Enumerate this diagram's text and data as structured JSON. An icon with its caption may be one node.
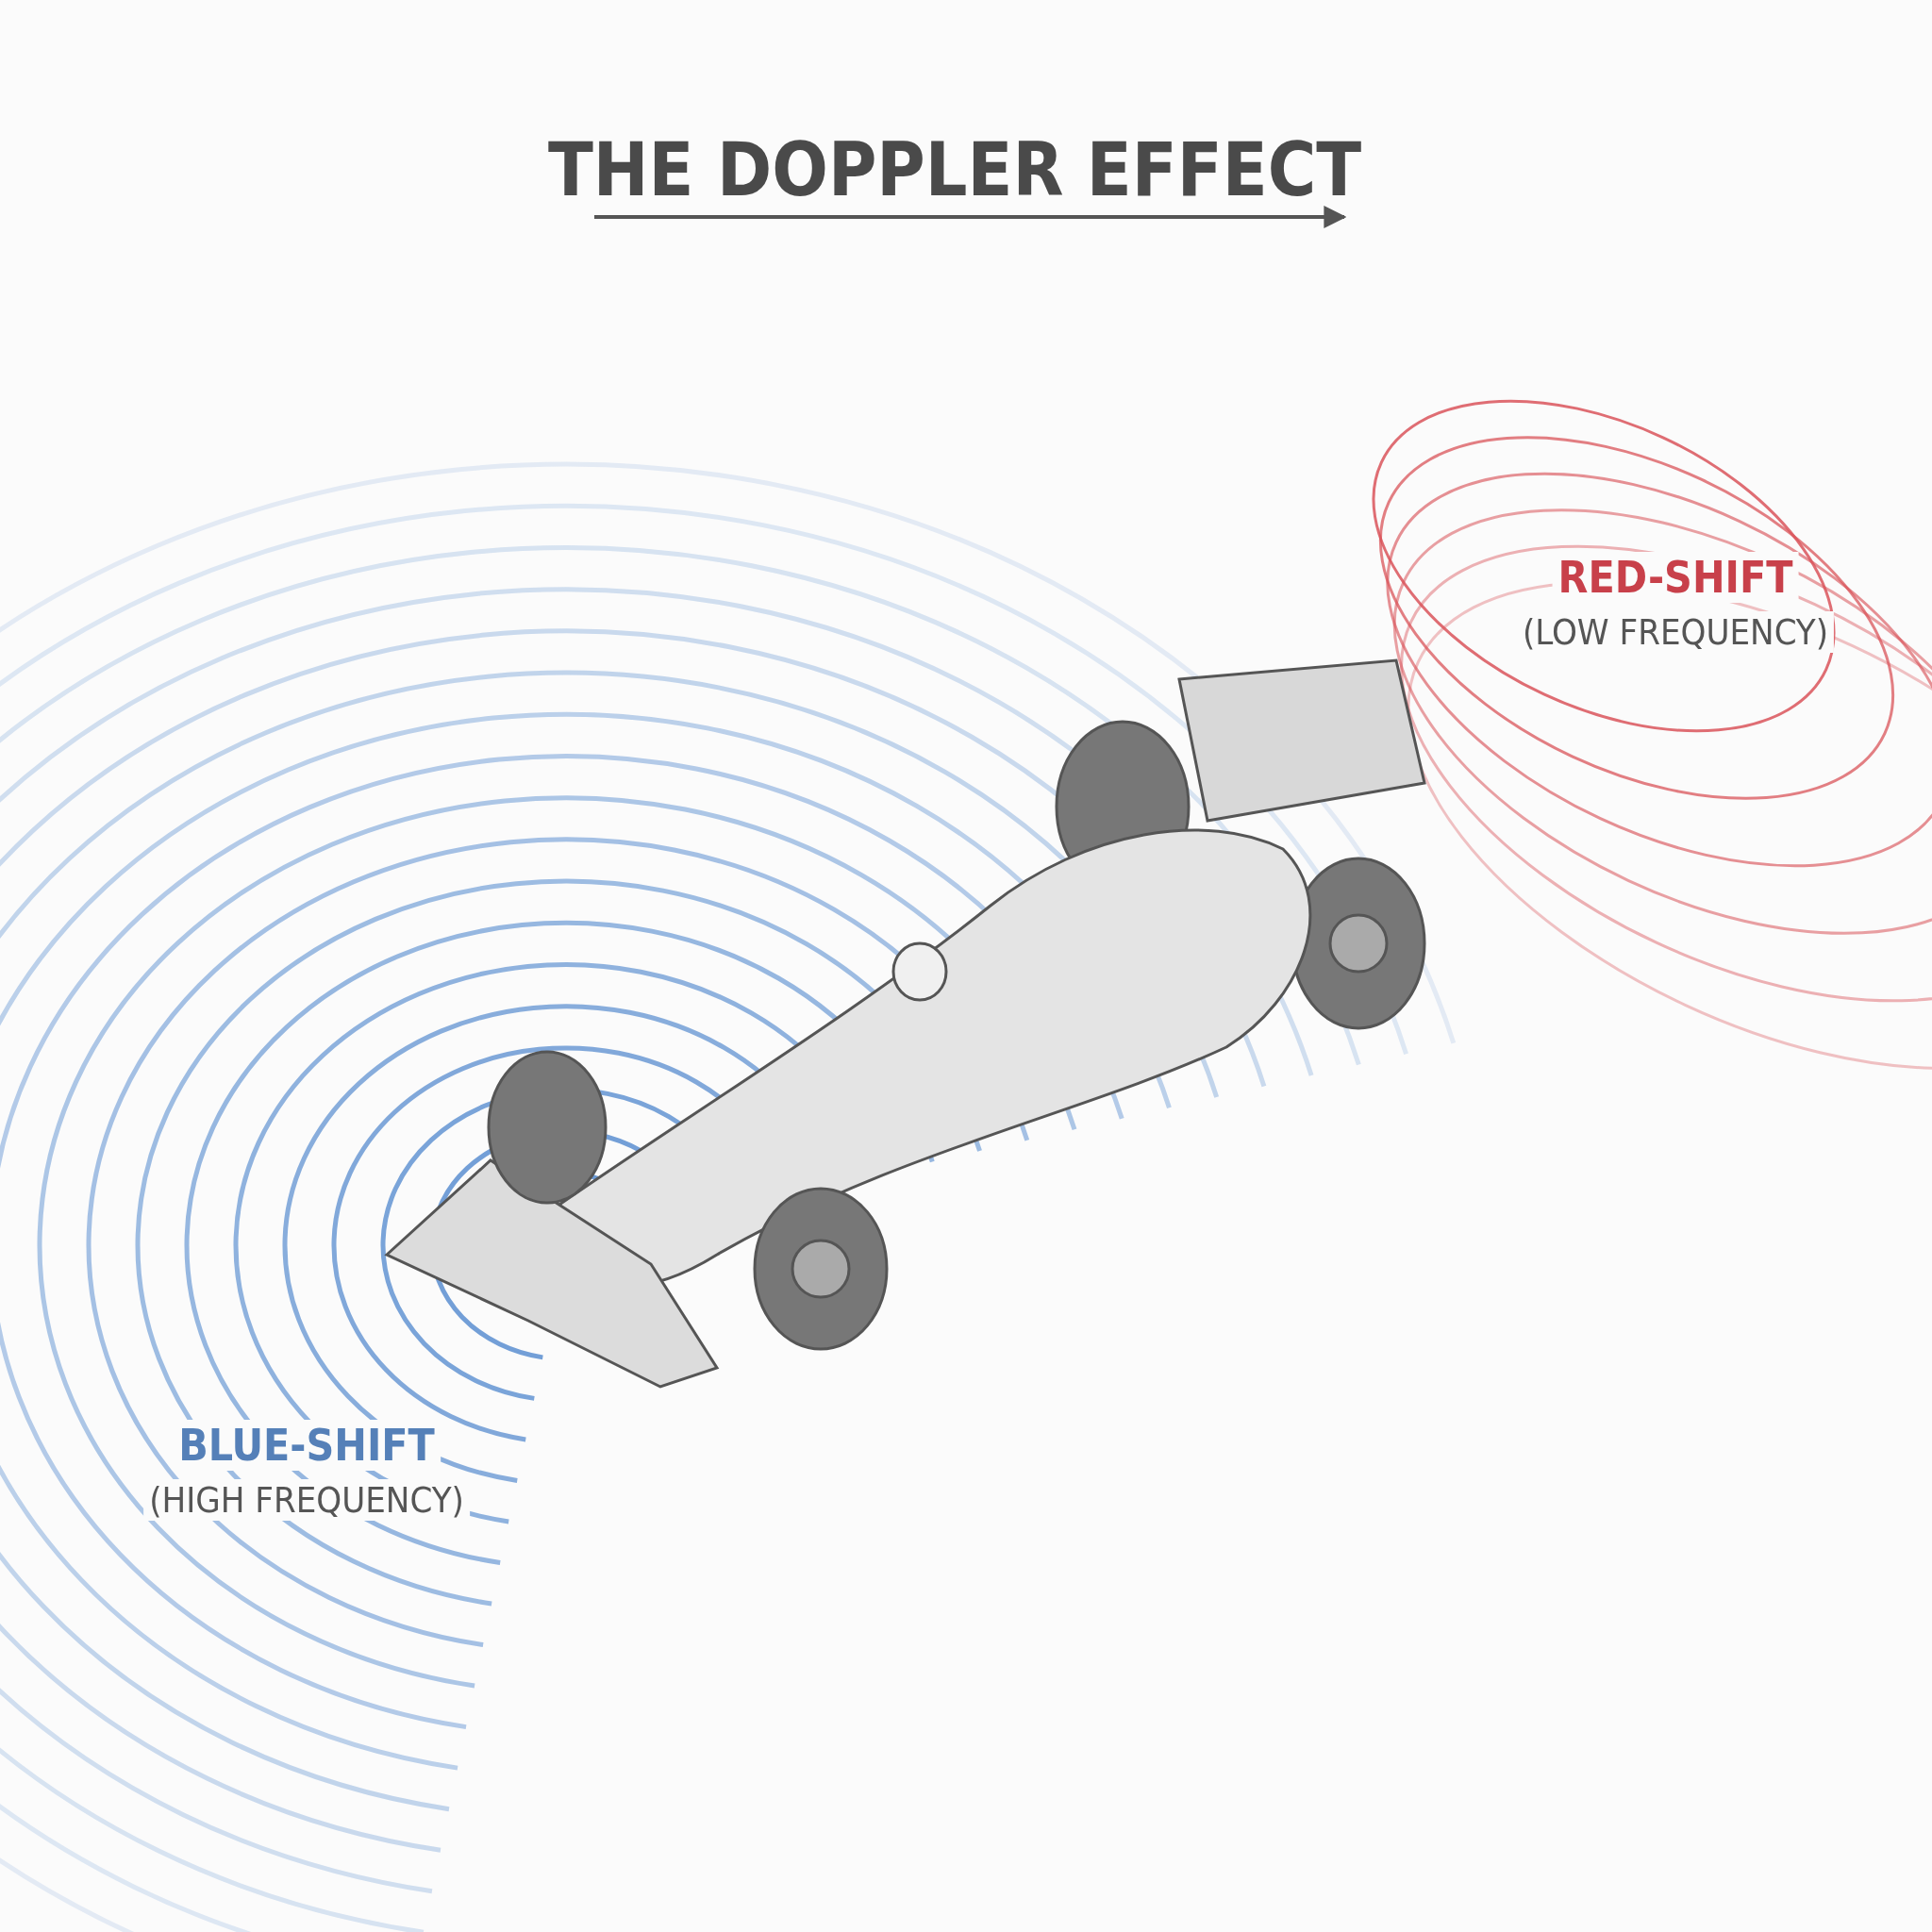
{
  "diagram": {
    "title": "THE DOPPLER EFFECT",
    "labels": [
      "RED-SHIFT",
      "(LOW FREQUENCY)",
      "BLUE-SHIFT",
      "(HIGH FREQUENCY)"
    ]
  }
}
